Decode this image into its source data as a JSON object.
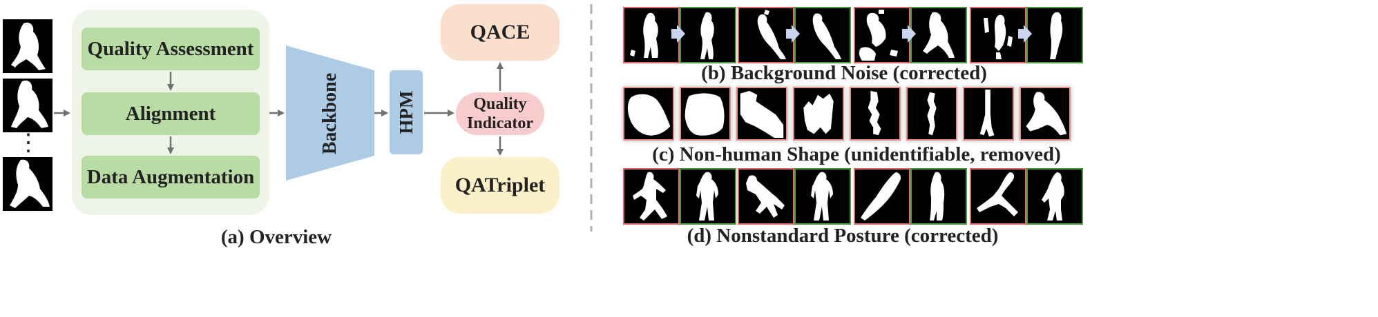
{
  "overview": {
    "pipeline_steps": [
      "Quality Assessment",
      "Alignment",
      "Data Augmentation"
    ],
    "backbone": "Backbone",
    "hpm": "HPM",
    "quality_indicator_line1": "Quality",
    "quality_indicator_line2": "Indicator",
    "qace": "QACE",
    "qatriplet": "QATriplet",
    "ellipsis": "⋮",
    "caption": "(a) Overview"
  },
  "panel_b": {
    "caption": "(b) Background Noise (corrected)",
    "pair_count": 4
  },
  "panel_c": {
    "caption": "(c) Non-human Shape (unidentifiable, removed)",
    "frame_count": 8
  },
  "panel_d": {
    "caption": "(d) Nonstandard Posture (corrected)",
    "pair_count": 4
  },
  "colors": {
    "step_green": "#b9dca4",
    "panel_green": "#eef5e8",
    "backbone_blue": "#aecbe6",
    "hpm_blue": "#aecbe6",
    "qace_orange": "#fae0cc",
    "qatriplet_yellow": "#fcf0c8",
    "indicator_pink": "#f8cccc",
    "arrow_gray": "#707070",
    "corrected_arrow": "#c9d5ef",
    "frame_red": "#e06868",
    "frame_green": "#4a9b3c"
  }
}
